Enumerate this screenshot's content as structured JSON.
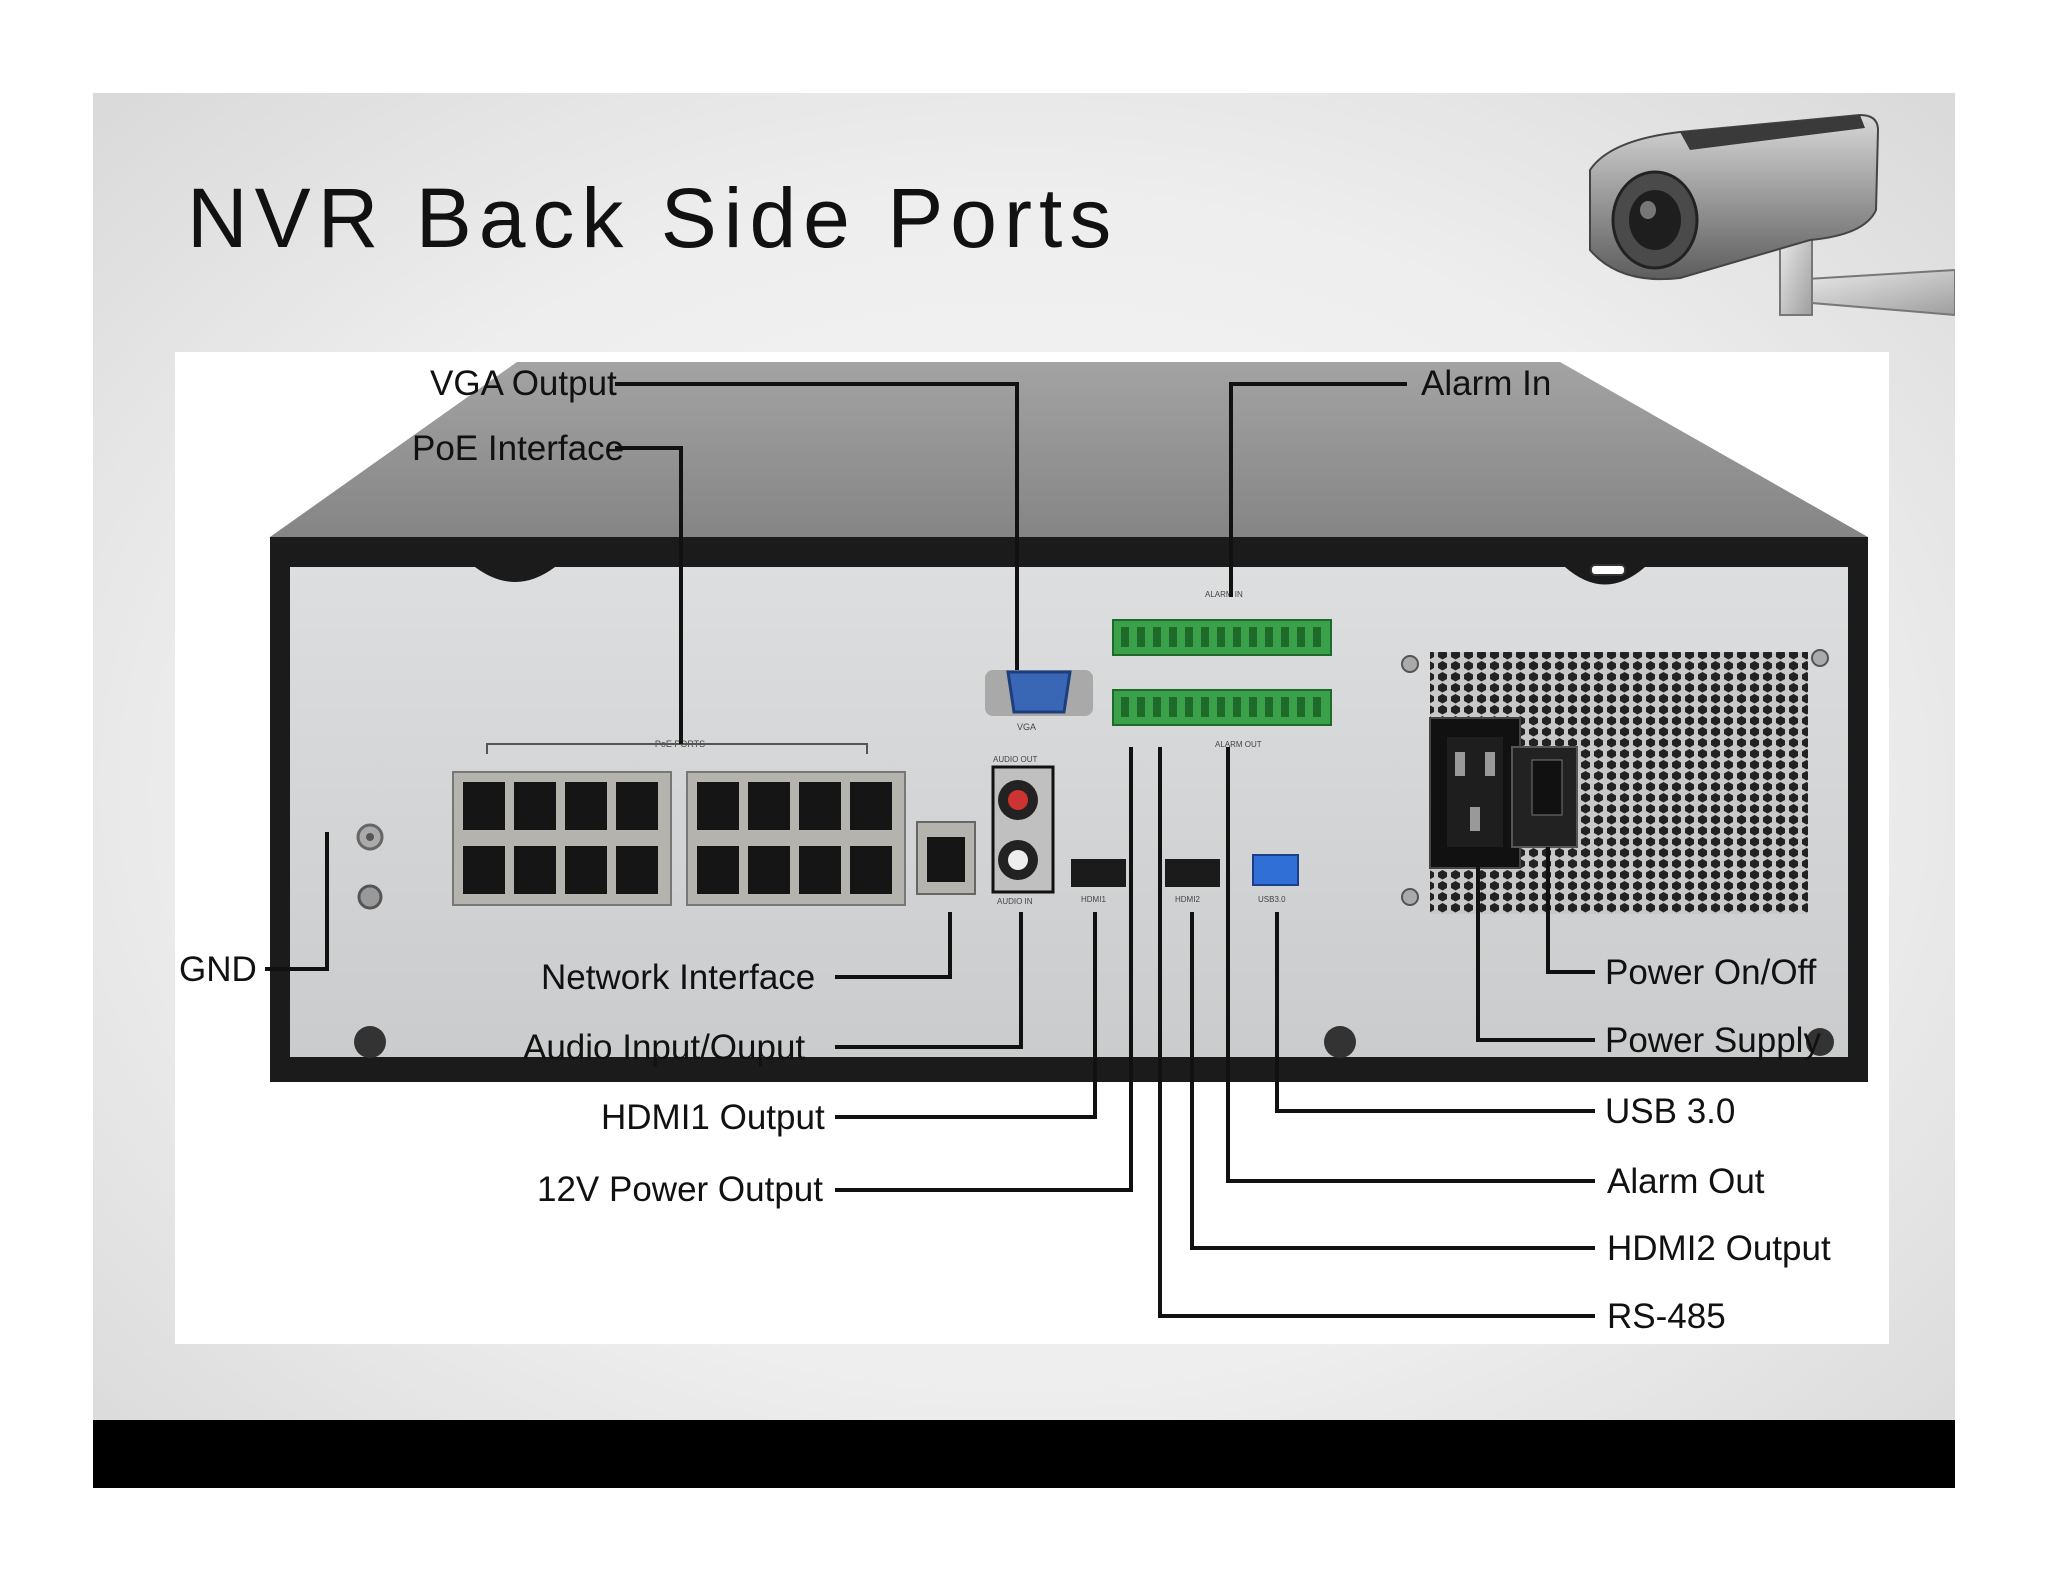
{
  "slide": {
    "title": "NVR Back Side Ports"
  },
  "icons": {
    "decoration": "security-camera-icon"
  },
  "labels": {
    "vga_output": "VGA Output",
    "poe_interface": "PoE Interface",
    "alarm_in": "Alarm In",
    "gnd": "GND",
    "network_interface": "Network Interface",
    "audio_io": "Audio Input/Ouput",
    "hdmi1": "HDMI1 Output",
    "power_12v": "12V Power Output",
    "power_onoff": "Power On/Off",
    "power_supply": "Power Supply",
    "usb30": "USB 3.0",
    "alarm_out": "Alarm Out",
    "hdmi2": "HDMI2 Output",
    "rs485": "RS-485"
  },
  "panel_text": {
    "poe_ports": "PoE PORTS",
    "vga": "VGA",
    "audio_out": "AUDIO OUT",
    "audio_in": "AUDIO IN",
    "hdmi1": "HDMI1",
    "hdmi2": "HDMI2",
    "usb": "USB3.0",
    "alarm_in": "ALARM IN",
    "alarm_out": "ALARM OUT"
  },
  "colors": {
    "chassis_top": "#8f8f8f",
    "panel": "#d7d9da",
    "terminal_green": "#3aa04a",
    "vga_blue": "#3a67b5",
    "usb_blue": "#2f6fd6",
    "footer": "#000000"
  }
}
